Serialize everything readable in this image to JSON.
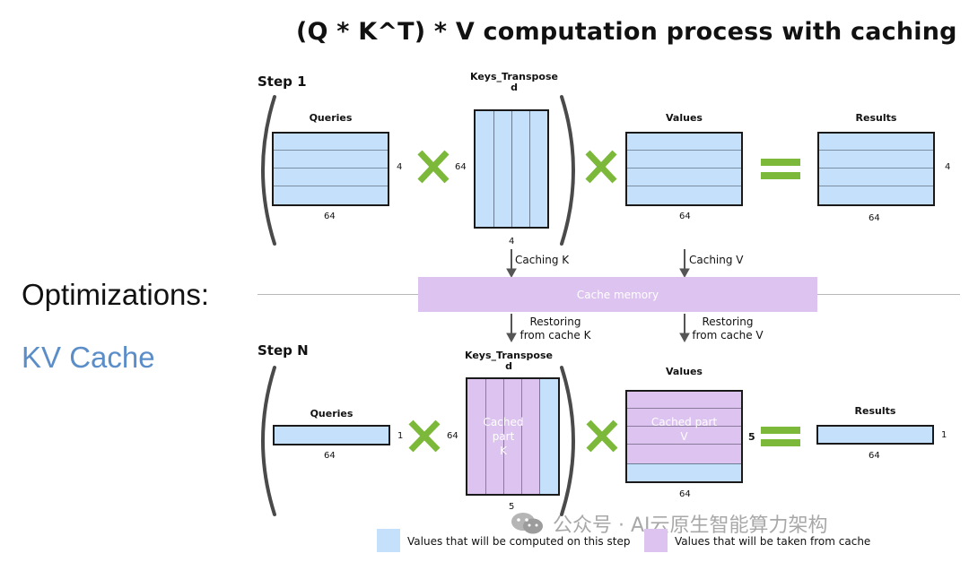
{
  "title": "(Q * K^T) * V computation process with caching",
  "sidebar": {
    "heading": "Optimizations:",
    "topic": "KV Cache",
    "topic_color": "#5b8dc9"
  },
  "step1": {
    "label": "Step 1",
    "queries": {
      "label": "Queries",
      "rows": "4",
      "cols": "64"
    },
    "keys": {
      "label": "Keys_Transpose\nd",
      "rows": "64",
      "cols": "4"
    },
    "values": {
      "label": "Values",
      "cols": "64"
    },
    "results": {
      "label": "Results",
      "rows": "4",
      "cols": "64"
    }
  },
  "cache": {
    "memory_label": "Cache memory",
    "caching_k": "Caching K",
    "caching_v": "Caching V",
    "restoring_k": "Restoring\nfrom cache K",
    "restoring_v": "Restoring\nfrom cache V",
    "color": "#ddc3ef"
  },
  "stepN": {
    "label": "Step N",
    "queries": {
      "label": "Queries",
      "rows": "1",
      "cols": "64"
    },
    "keys": {
      "label": "Keys_Transpose\nd",
      "rows": "64",
      "cols": "5",
      "cached_text": "Cached\npart\nK"
    },
    "values": {
      "label": "Values",
      "rows": "5",
      "cols": "64",
      "cached_text": "Cached part\nV"
    },
    "results": {
      "label": "Results",
      "rows": "1",
      "cols": "64"
    }
  },
  "legend": {
    "computed": "Values that will be computed on this step",
    "cached": "Values that will be taken from cache",
    "computed_color": "#c5e0fb",
    "cached_color": "#ddc3ef"
  },
  "watermark": "公众号 · AI云原生智能算力架构",
  "colors": {
    "operator": "#7cb83a",
    "blue": "#c5e0fb",
    "purple": "#ddc3ef"
  }
}
